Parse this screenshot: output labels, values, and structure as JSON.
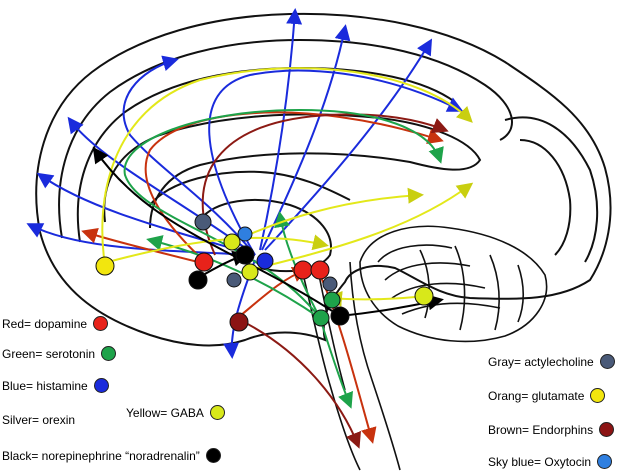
{
  "legend": [
    {
      "id": "dopamine",
      "label": "Red= dopamine",
      "color": "#e8221a"
    },
    {
      "id": "serotonin",
      "label": "Green= serotonin",
      "color": "#1ea34a"
    },
    {
      "id": "histamine",
      "label": "Blue= histamine",
      "color": "#1a2bdc"
    },
    {
      "id": "orexin",
      "label": "Silver= orexin",
      "color": "#b8b8b8"
    },
    {
      "id": "gaba",
      "label": "Yellow= GABA",
      "color": "#d8e81a"
    },
    {
      "id": "norepinephrine",
      "label": "Black= norepinephrine “noradrenalin”",
      "color": "#000000"
    },
    {
      "id": "acetylcholine",
      "label": "Gray= actylecholine",
      "color": "#4a5a78"
    },
    {
      "id": "glutamate",
      "label": "Orang= glutamate",
      "color": "#f2e60e"
    },
    {
      "id": "endorphins",
      "label": "Brown= Endorphins",
      "color": "#8c1414"
    },
    {
      "id": "oxytocin",
      "label": "Sky blue= Oxytocin",
      "color": "#2f7fe0"
    }
  ],
  "colors": {
    "outline": "#111111",
    "blue": "#1a2bdc",
    "red": "#c8320e",
    "green": "#1ea34a",
    "yellow": "#e3e81a",
    "black": "#000000",
    "brown": "#8c1a14"
  }
}
